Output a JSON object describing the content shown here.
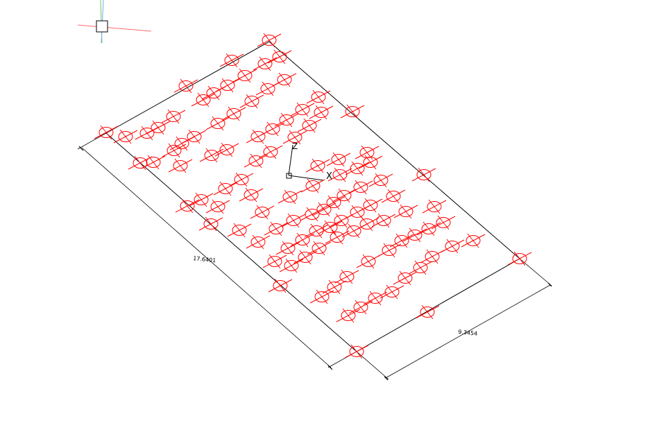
{
  "drawing": {
    "dimension_length": "17.6401",
    "dimension_width": "9.3454",
    "axis_labels": {
      "x": "X",
      "z": "Z"
    },
    "colors": {
      "marker": "#ff0000",
      "outline": "#000000",
      "ucs_x": "#ff6b6b",
      "ucs_y": "#6cc46c",
      "ucs_z": "#7aa7e0",
      "background": "#ffffff"
    },
    "icons": [
      "ucs-cursor-icon",
      "ucs-axis-icon"
    ]
  }
}
